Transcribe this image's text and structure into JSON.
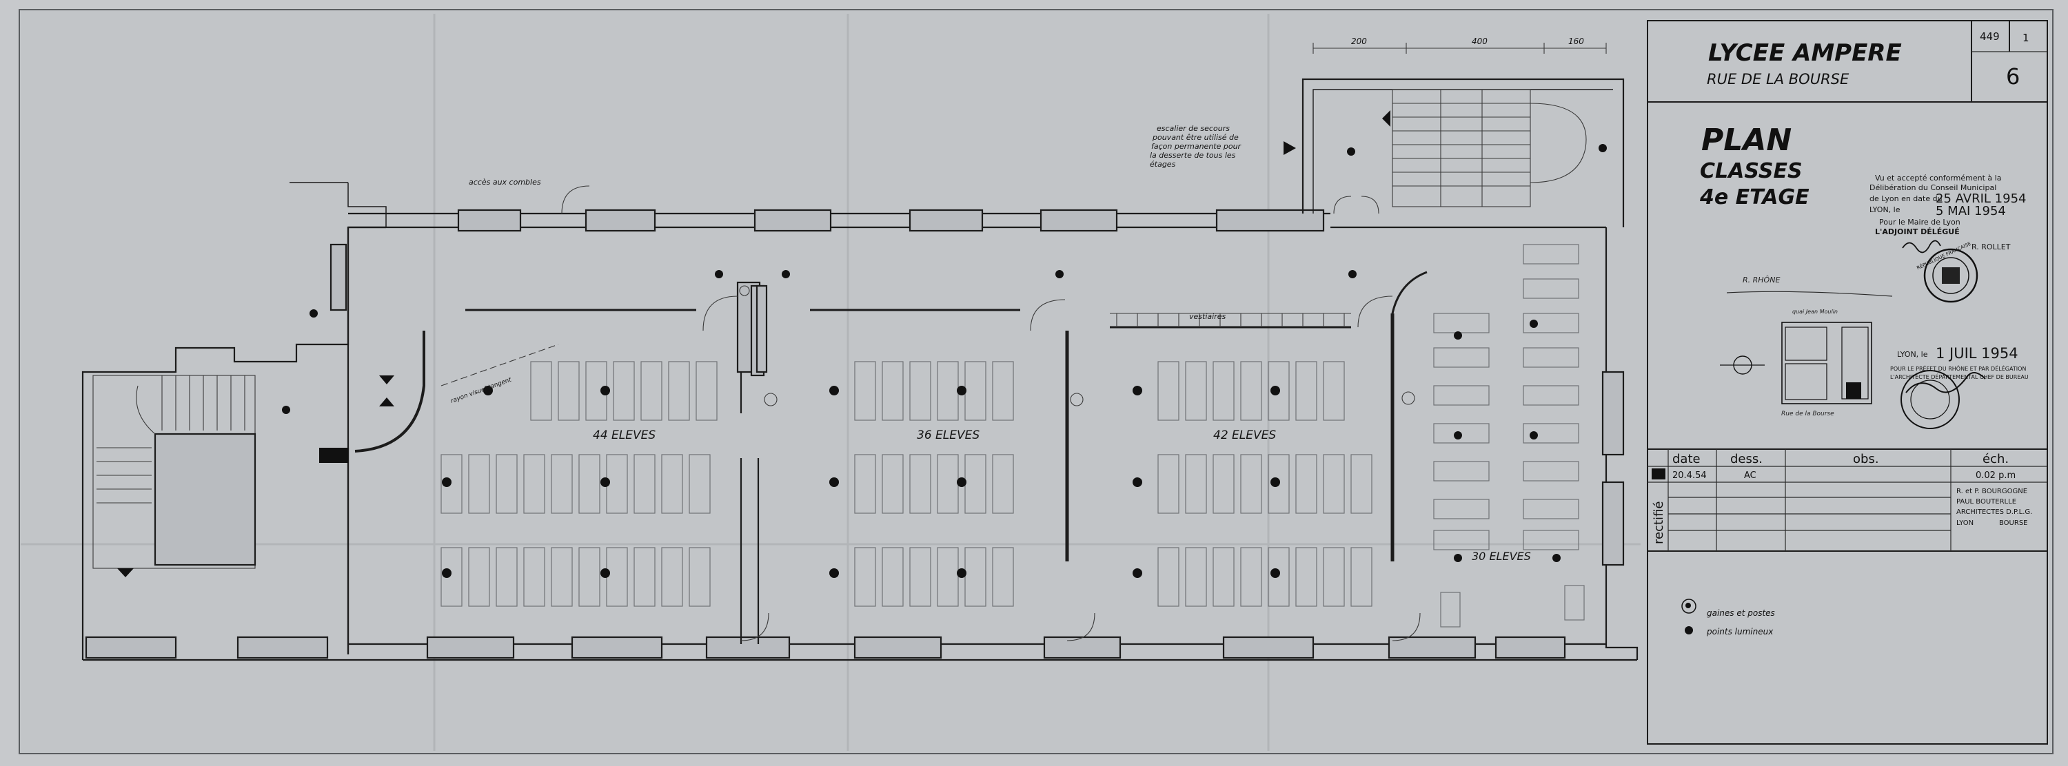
{
  "title_block": {
    "school": "LYCEE AMPERE",
    "street": "RUE DE LA BOURSE",
    "drawing_ref": "449",
    "ref_suffix": "1",
    "sheet_number": "6",
    "plan_line1": "PLAN",
    "plan_line2": "CLASSES",
    "plan_line3": "4e ETAGE",
    "approval": {
      "line1": "Vu et accepté conformément à la",
      "line2": "Délibération du Conseil Municipal",
      "line3": "de Lyon en date du",
      "deliberation_date": "25 AVRIL 1954",
      "line4": "LYON, le",
      "lyon_date": "5 MAI 1954",
      "line5": "Pour le Maire de Lyon",
      "line6": "L'ADJOINT DÉLÉGUÉ",
      "signatory": "R. ROLLET"
    },
    "seal_text": "RÉPUBLIQUE FRANÇAISE",
    "map_label_top": "R. RHÔNE",
    "map_label_bottom": "Rue de la Bourse",
    "map_label_side": "quai Jean Moulin",
    "prefecture": {
      "line1": "LYON, le",
      "date": "1 JUIL 1954",
      "line2": "POUR LE PRÉFET DU RHÔNE ET PAR DÉLÉGATION",
      "line3": "L'ARCHITECTE DÉPARTEMENTAL CHEF DE BUREAU"
    },
    "table": {
      "headers": [
        "date",
        "dess.",
        "obs.",
        "éch."
      ],
      "row": {
        "date": "20.4.54",
        "dess": "AC",
        "obs": "",
        "ech": "0.02 p.m"
      },
      "side_label": "rectifié",
      "architects": [
        "R. et P. BOURGOGNE",
        "PAUL BOUTERLLE",
        "ARCHITECTES D.P.L.G.",
        "LYON",
        "BOURSE"
      ]
    },
    "legend": [
      {
        "symbol": "gaine-symbol",
        "label": "gaines et postes"
      },
      {
        "symbol": "point-symbol",
        "label": "points lumineux"
      }
    ]
  },
  "plan": {
    "rooms": [
      {
        "label": "44 ELEVES"
      },
      {
        "label": "36 ELEVES"
      },
      {
        "label": "42 ELEVES"
      },
      {
        "label": "30 ELEVES"
      }
    ],
    "notes": {
      "escalier": "escalier de secours pouvant être utilisé de façon permanente pour la desserte de tous les étages",
      "escalier_lines": [
        "escalier de secours",
        "pouvant être utilisé de",
        "façon permanente pour",
        "la desserte de tous les",
        "étages"
      ],
      "combles": "accès aux combles",
      "vestiaires": "vestiaires",
      "rayon": "rayon visuel tangent"
    },
    "dimensions": {
      "top_left": "200",
      "top_mid": "400",
      "top_right": "160"
    }
  }
}
